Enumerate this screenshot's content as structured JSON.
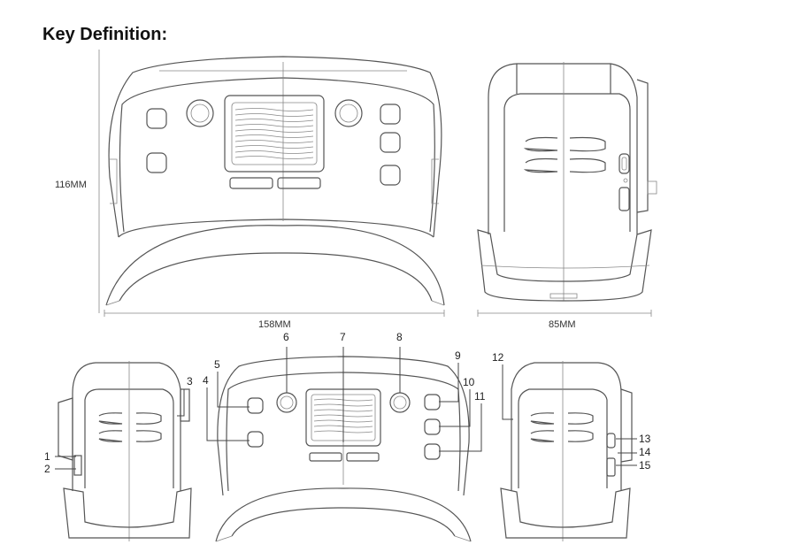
{
  "heading": "Key Definition:",
  "dimensions": {
    "height": "116MM",
    "width": "158MM",
    "depth": "85MM"
  },
  "callouts": [
    "1",
    "2",
    "3",
    "4",
    "5",
    "6",
    "7",
    "8",
    "9",
    "10",
    "11",
    "12",
    "13",
    "14",
    "15"
  ]
}
